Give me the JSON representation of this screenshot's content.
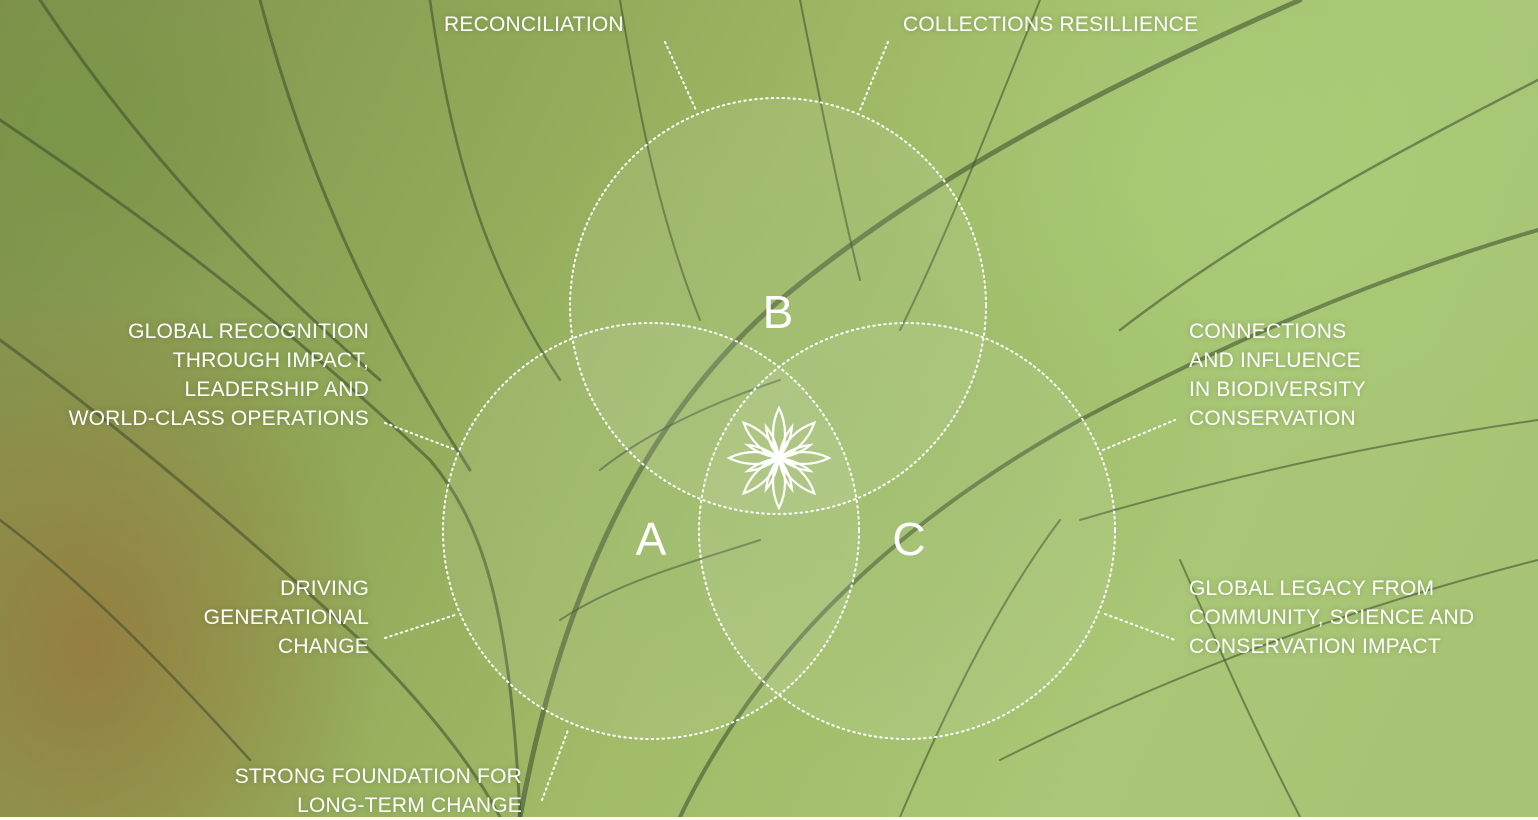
{
  "diagram": {
    "circles": [
      {
        "id": "A",
        "label": "A"
      },
      {
        "id": "B",
        "label": "B"
      },
      {
        "id": "C",
        "label": "C"
      }
    ],
    "center_icon": "eight-petal-flower-icon",
    "labels": {
      "reconciliation": "RECONCILIATION",
      "collections_resilience": "COLLECTIONS RESILLIENCE",
      "global_recognition": "GLOBAL RECOGNITION\nTHROUGH IMPACT,\nLEADERSHIP AND\nWORLD-CLASS OPERATIONS",
      "driving_change": "DRIVING\nGENERATIONAL\nCHANGE",
      "strong_foundation": "STRONG FOUNDATION FOR\nLONG-TERM CHANGE",
      "connections": "CONNECTIONS\nAND INFLUENCE\nIN BIODIVERSITY\nCONSERVATION",
      "global_legacy": "GLOBAL LEGACY FROM\nCOMMUNITY, SCIENCE AND\nCONSERVATION IMPACT"
    }
  },
  "colors": {
    "line": "#ffffff",
    "circle_fill": "rgba(255,255,255,0.07)",
    "background": "#9bb363"
  }
}
